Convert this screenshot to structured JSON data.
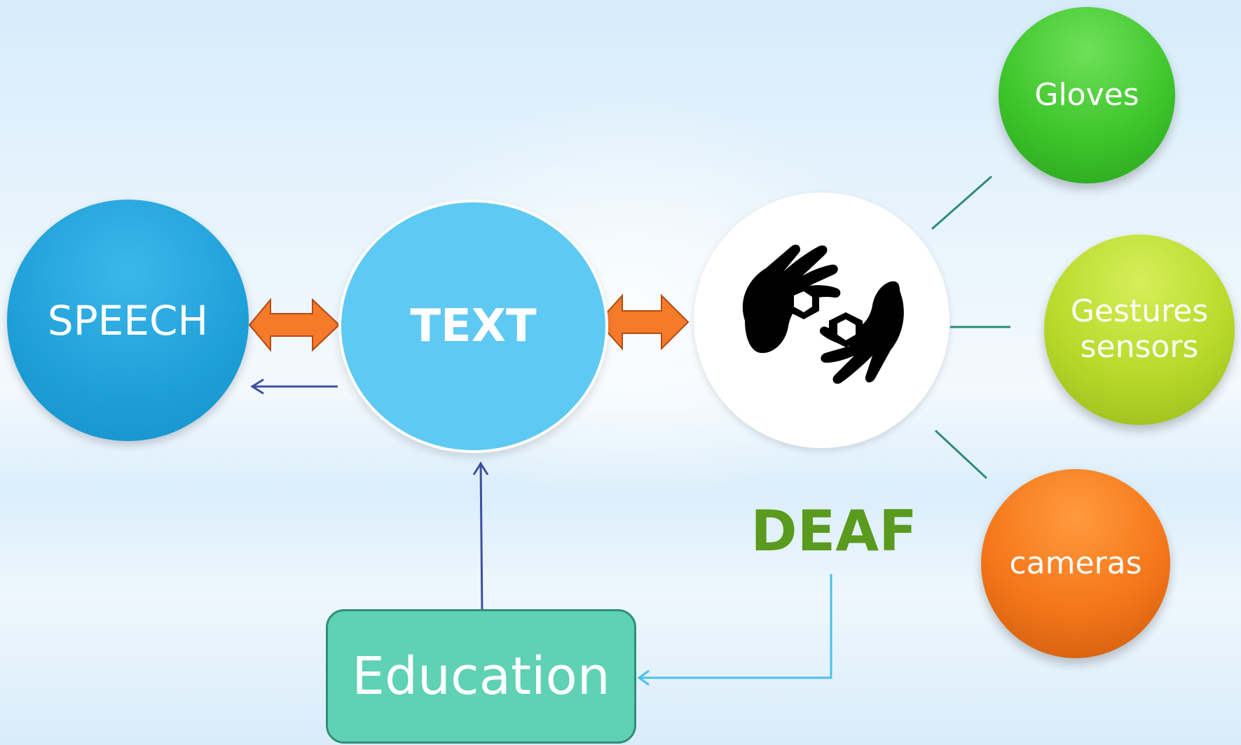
{
  "nodes": {
    "speech": "SPEECH",
    "text": "TEXT",
    "education": "Education",
    "deaf": "DEAF",
    "gloves": "Gloves",
    "gestures_line1": "Gestures",
    "gestures_line2": "sensors",
    "cameras": "cameras"
  },
  "icons": {
    "deaf_symbol": "sign-language-hands-icon"
  },
  "colors": {
    "speech": "#1e9fd8",
    "text": "#5ec9f3",
    "education": "#5fd1b4",
    "deaf_label": "#5a9a1e",
    "gloves": "#3ec52b",
    "gestures": "#b8d92a",
    "cameras": "#f5761a",
    "double_arrow": "#f57b2a",
    "flow_arrow": "#3e4f9e",
    "light_arrow": "#4cc0e8",
    "connector": "#2e8b7a"
  }
}
